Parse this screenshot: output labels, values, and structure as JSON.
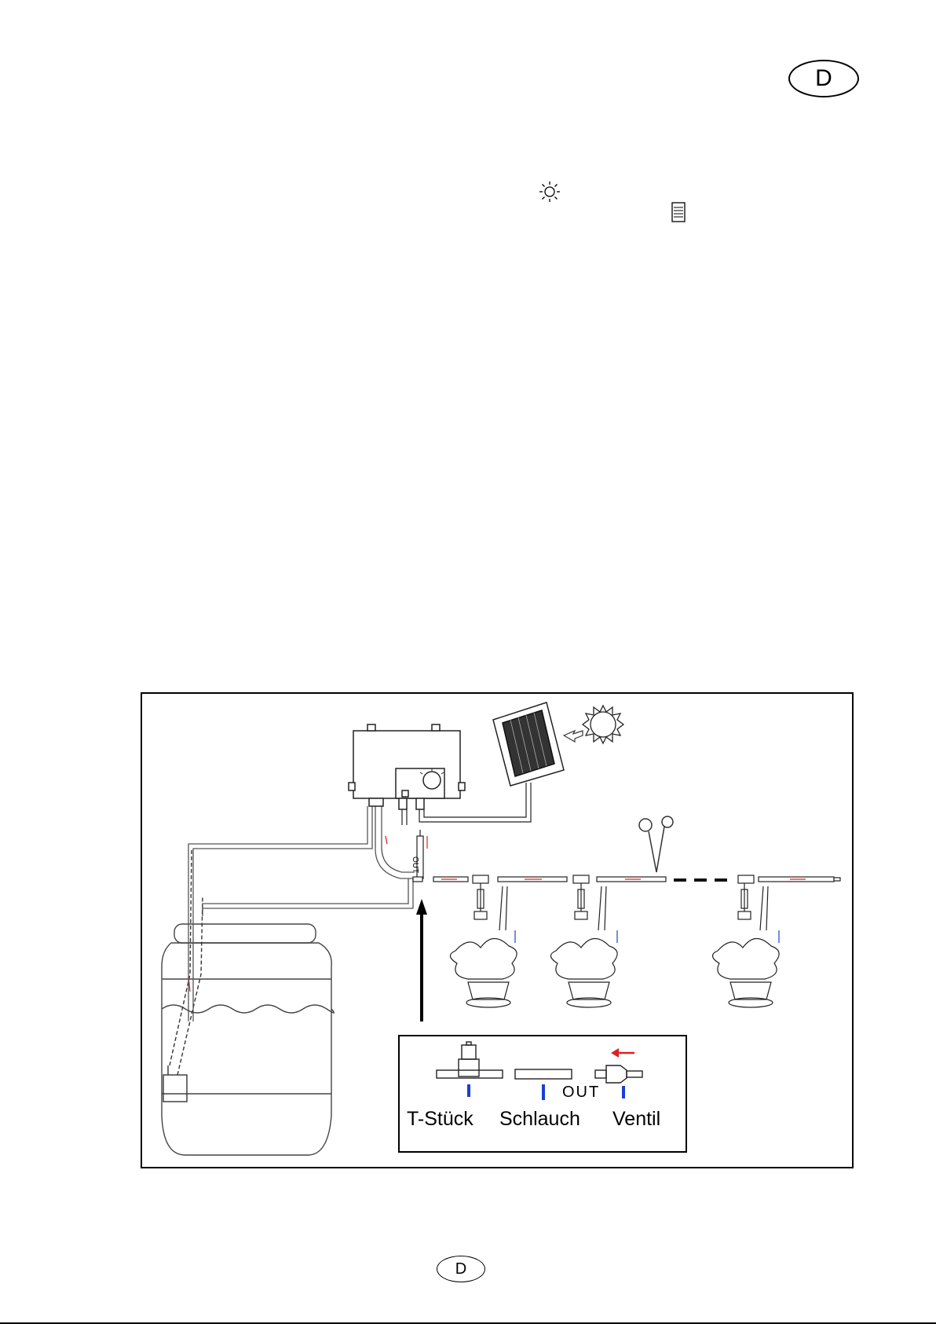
{
  "page": {
    "badge_top": "D",
    "badge_bottom": "D"
  },
  "icons": {
    "sun_small": "sun-icon",
    "panel_small": "solar-panel-icon"
  },
  "diagram": {
    "hose_label": "OUT",
    "legend": {
      "items": [
        {
          "label": "T-Stück"
        },
        {
          "label": "Schlauch"
        },
        {
          "label": "Ventil"
        }
      ],
      "valve_side_label": "OUT"
    }
  },
  "colors": {
    "flow_arrow": "#e02020",
    "legend_marker": "#1a3fd6",
    "ink": "#000000"
  }
}
